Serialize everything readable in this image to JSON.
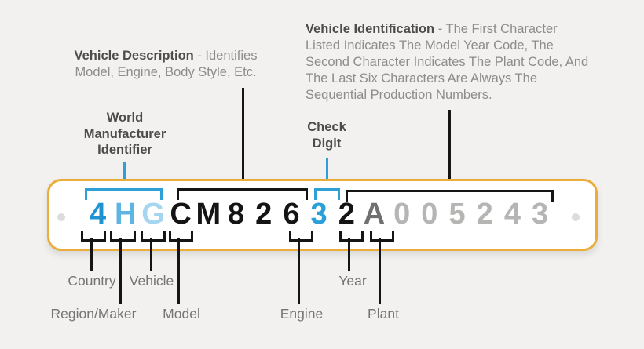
{
  "diagram_title": "VIN structure explanation",
  "colors": {
    "background": "#f2f1ef",
    "box_border": "#ebad3a",
    "accent_blue": "#2f9fd8",
    "line_black": "#151515",
    "heading_dark": "#4c4c4c",
    "body_gray": "#8c8c8c",
    "label_gray": "#757575"
  },
  "vin": {
    "value": "4HGCM82632A005243",
    "characters": [
      {
        "char": "4",
        "color": "#1f93d1",
        "section": "wmi"
      },
      {
        "char": "H",
        "color": "#5fb5e2",
        "section": "wmi"
      },
      {
        "char": "G",
        "color": "#a5d6ef",
        "section": "wmi"
      },
      {
        "char": "C",
        "color": "#141414",
        "section": "vehicle-description"
      },
      {
        "char": "M",
        "color": "#141414",
        "section": "vehicle-description"
      },
      {
        "char": "8",
        "color": "#141414",
        "section": "vehicle-description"
      },
      {
        "char": "2",
        "color": "#141414",
        "section": "vehicle-description"
      },
      {
        "char": "6",
        "color": "#141414",
        "section": "vehicle-description"
      },
      {
        "char": "3",
        "color": "#2d9fd8",
        "section": "check-digit"
      },
      {
        "char": "2",
        "color": "#141414",
        "section": "vehicle-identification"
      },
      {
        "char": "A",
        "color": "#707070",
        "section": "vehicle-identification"
      },
      {
        "char": "0",
        "color": "#b5b5b3",
        "section": "vehicle-identification"
      },
      {
        "char": "0",
        "color": "#b5b5b3",
        "section": "vehicle-identification"
      },
      {
        "char": "5",
        "color": "#b5b5b3",
        "section": "vehicle-identification"
      },
      {
        "char": "2",
        "color": "#b5b5b3",
        "section": "vehicle-identification"
      },
      {
        "char": "4",
        "color": "#b5b5b3",
        "section": "vehicle-identification"
      },
      {
        "char": "3",
        "color": "#b5b5b3",
        "section": "vehicle-identification"
      }
    ]
  },
  "annotations_top": {
    "wmi": {
      "label": "World Manufacturer Identifier"
    },
    "vehicle_description": {
      "title": "Vehicle Description",
      "text": " - Identifies Model, Engine, Body Style, Etc."
    },
    "check_digit": {
      "label": "Check Digit"
    },
    "vehicle_identification": {
      "title": "Vehicle Identification",
      "text": " - The First Character Listed Indicates The Model Year Code, The Second Character Indicates The Plant Code, And The Last Six Characters Are Always The Sequential Production Numbers."
    }
  },
  "annotations_bottom": [
    {
      "label": "Country"
    },
    {
      "label": "Region/Maker"
    },
    {
      "label": "Vehicle"
    },
    {
      "label": "Model"
    },
    {
      "label": "Engine"
    },
    {
      "label": "Year"
    },
    {
      "label": "Plant"
    }
  ]
}
